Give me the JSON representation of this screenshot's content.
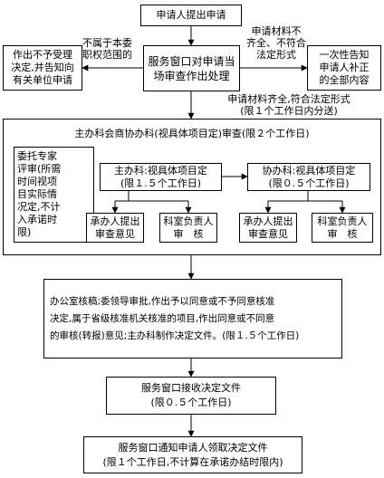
{
  "nodes": {
    "apply": "申请人提出申请",
    "review": "服务窗口对申请当\n场审查作出处理",
    "reject": "作出不予受理\n决定,并告知向\n有关单位申请",
    "notify_once": "一次性告知\n申请人补正\n的全部内容",
    "joint_title": "主办科会商协办科(视具体项目定)审查(限２个工作日)",
    "expert": "委托专家\n评审(所需\n时间视项\n目实际情\n况定,不计\n入承诺时\n限)",
    "main_dept": "主办科:视具体项目定\n(限１.５个工作日)",
    "assist_dept": "协办科:视具体项目定\n(限０.５个工作日)",
    "handler_1": "承办人提出\n审查意见",
    "chief_1": "科室负责人\n审　核",
    "handler_2": "承办人提出\n审查意见",
    "chief_2": "科室负责人\n审　核",
    "office": "办公室核稿;委领导审批,作出予以同意或不予同意核准\n决定,属于省级核准机关核准的项目,作出同意或不同意\n的审核(转报)意见;主办科制作决定文件。(限１.５个工作日)",
    "receive": "服务窗口接收决定文件\n(限０.５个工作日)",
    "final": "服务窗口通知申请人领取决定文件\n(限１个工作日,不计算在承诺办结时限内)"
  },
  "edge_labels": {
    "not_in_scope": "不属于本委\n职权范围的",
    "incomplete": "申请材料不\n齐全、不符合\n法定形式",
    "complete": "申请材料齐全,符合法定形式\n(限１个工作日内分送)"
  }
}
